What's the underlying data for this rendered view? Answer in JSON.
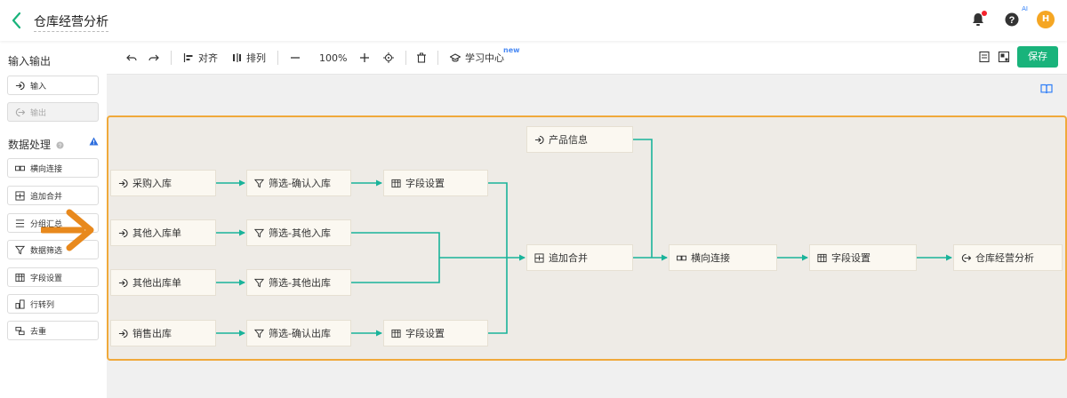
{
  "app": {
    "title": "仓库经营分析"
  },
  "header": {
    "icons": [
      "bell-icon",
      "help-icon"
    ],
    "help_badge": "AI",
    "avatar": "H"
  },
  "sidebar": {
    "io_title": "输入输出",
    "io_items": [
      {
        "label": "输入",
        "icon": "input-icon",
        "disabled": false
      },
      {
        "label": "输出",
        "icon": "output-icon",
        "disabled": true
      }
    ],
    "proc_title": "数据处理",
    "proc_items": [
      {
        "label": "横向连接",
        "icon": "join-icon"
      },
      {
        "label": "追加合并",
        "icon": "append-icon"
      },
      {
        "label": "分组汇总",
        "icon": "group-icon"
      },
      {
        "label": "数据筛选",
        "icon": "filter-icon"
      },
      {
        "label": "字段设置",
        "icon": "table-icon"
      },
      {
        "label": "行转列",
        "icon": "pivot-icon"
      },
      {
        "label": "去重",
        "icon": "dedup-icon"
      }
    ]
  },
  "toolbar": {
    "align": "对齐",
    "arrange": "排列",
    "zoom": "100%",
    "learn": "学习中心",
    "new_tag": "new",
    "save": "保存"
  },
  "flow": {
    "nodes": {
      "n1": "采购入库",
      "n2": "筛选-确认入库",
      "n3": "字段设置",
      "n4": "其他入库单",
      "n5": "筛选-其他入库",
      "n6": "其他出库单",
      "n7": "筛选-其他出库",
      "n8": "销售出库",
      "n9": "筛选-确认出库",
      "n10": "字段设置",
      "n11": "产品信息",
      "n12": "追加合并",
      "n13": "横向连接",
      "n14": "字段设置",
      "n15": "仓库经营分析"
    }
  },
  "colors": {
    "accent": "#19b37b",
    "link": "#19b39a",
    "canvas_border": "#f0a93b",
    "arrow": "#e8891d"
  }
}
